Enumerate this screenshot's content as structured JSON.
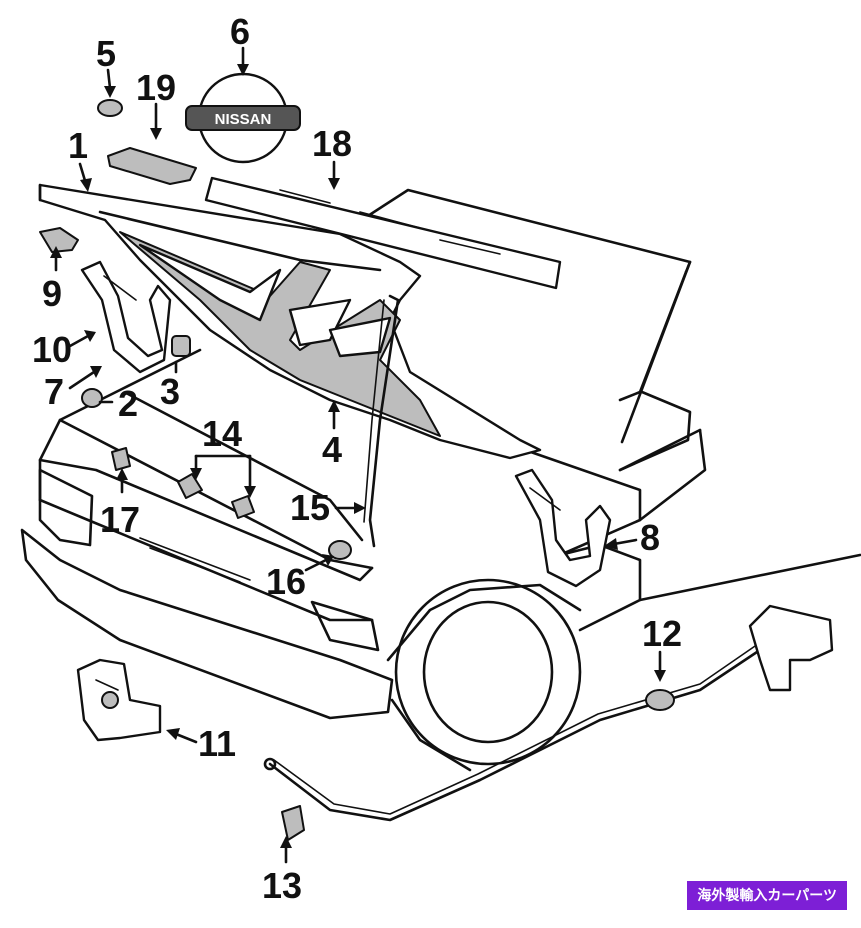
{
  "callouts": [
    {
      "id": "1",
      "text": "1"
    },
    {
      "id": "2",
      "text": "2"
    },
    {
      "id": "3",
      "text": "3"
    },
    {
      "id": "4",
      "text": "4"
    },
    {
      "id": "5",
      "text": "5"
    },
    {
      "id": "6",
      "text": "6"
    },
    {
      "id": "7",
      "text": "7"
    },
    {
      "id": "8",
      "text": "8"
    },
    {
      "id": "9",
      "text": "9"
    },
    {
      "id": "10",
      "text": "10"
    },
    {
      "id": "11",
      "text": "11"
    },
    {
      "id": "12",
      "text": "12"
    },
    {
      "id": "13",
      "text": "13"
    },
    {
      "id": "14",
      "text": "14"
    },
    {
      "id": "15",
      "text": "15"
    },
    {
      "id": "16",
      "text": "16"
    },
    {
      "id": "17",
      "text": "17"
    },
    {
      "id": "18",
      "text": "18"
    },
    {
      "id": "19",
      "text": "19"
    }
  ],
  "badge_text": "海外製輸入カーパーツ",
  "emblem_text": "NISSAN",
  "colors": {
    "badge": "#7d1fd6",
    "ink": "#111111",
    "paper": "#ffffff"
  }
}
